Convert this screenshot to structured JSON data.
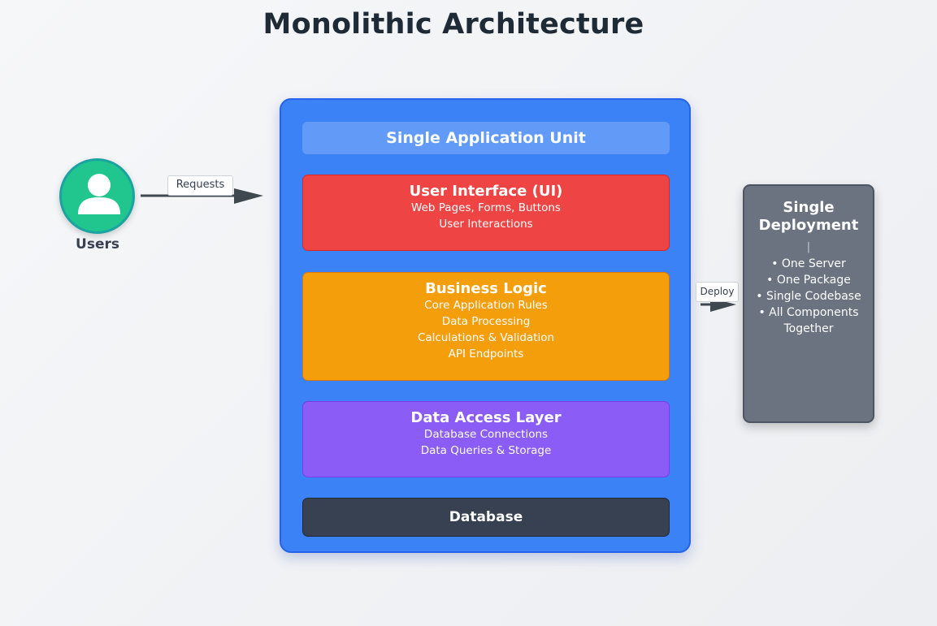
{
  "title": "Monolithic Architecture",
  "users": {
    "label": "Users",
    "icon": "user-icon"
  },
  "edges": {
    "requests": "Requests",
    "deploy": "Deploy"
  },
  "container": {
    "header": "Single Application Unit",
    "layers": {
      "ui": {
        "title": "User Interface (UI)",
        "lines": [
          "Web Pages, Forms, Buttons",
          "User Interactions"
        ]
      },
      "business": {
        "title": "Business Logic",
        "lines": [
          "Core Application Rules",
          "Data Processing",
          "Calculations & Validation",
          "API Endpoints"
        ]
      },
      "data_access": {
        "title": "Data Access Layer",
        "lines": [
          "Database Connections",
          "Data Queries & Storage"
        ]
      },
      "database": {
        "title": "Database"
      }
    }
  },
  "deployment": {
    "title_line1": "Single",
    "title_line2": "Deployment",
    "separator": "|",
    "items": [
      "• One Server",
      "• One Package",
      "• Single Codebase",
      "• All Components",
      "Together"
    ]
  },
  "colors": {
    "user": "#21c68e",
    "container": "#3b82f6",
    "ui": "#ef4444",
    "business": "#f59e0b",
    "data_access": "#8b5cf6",
    "database": "#374151",
    "deployment": "#6b7280"
  }
}
